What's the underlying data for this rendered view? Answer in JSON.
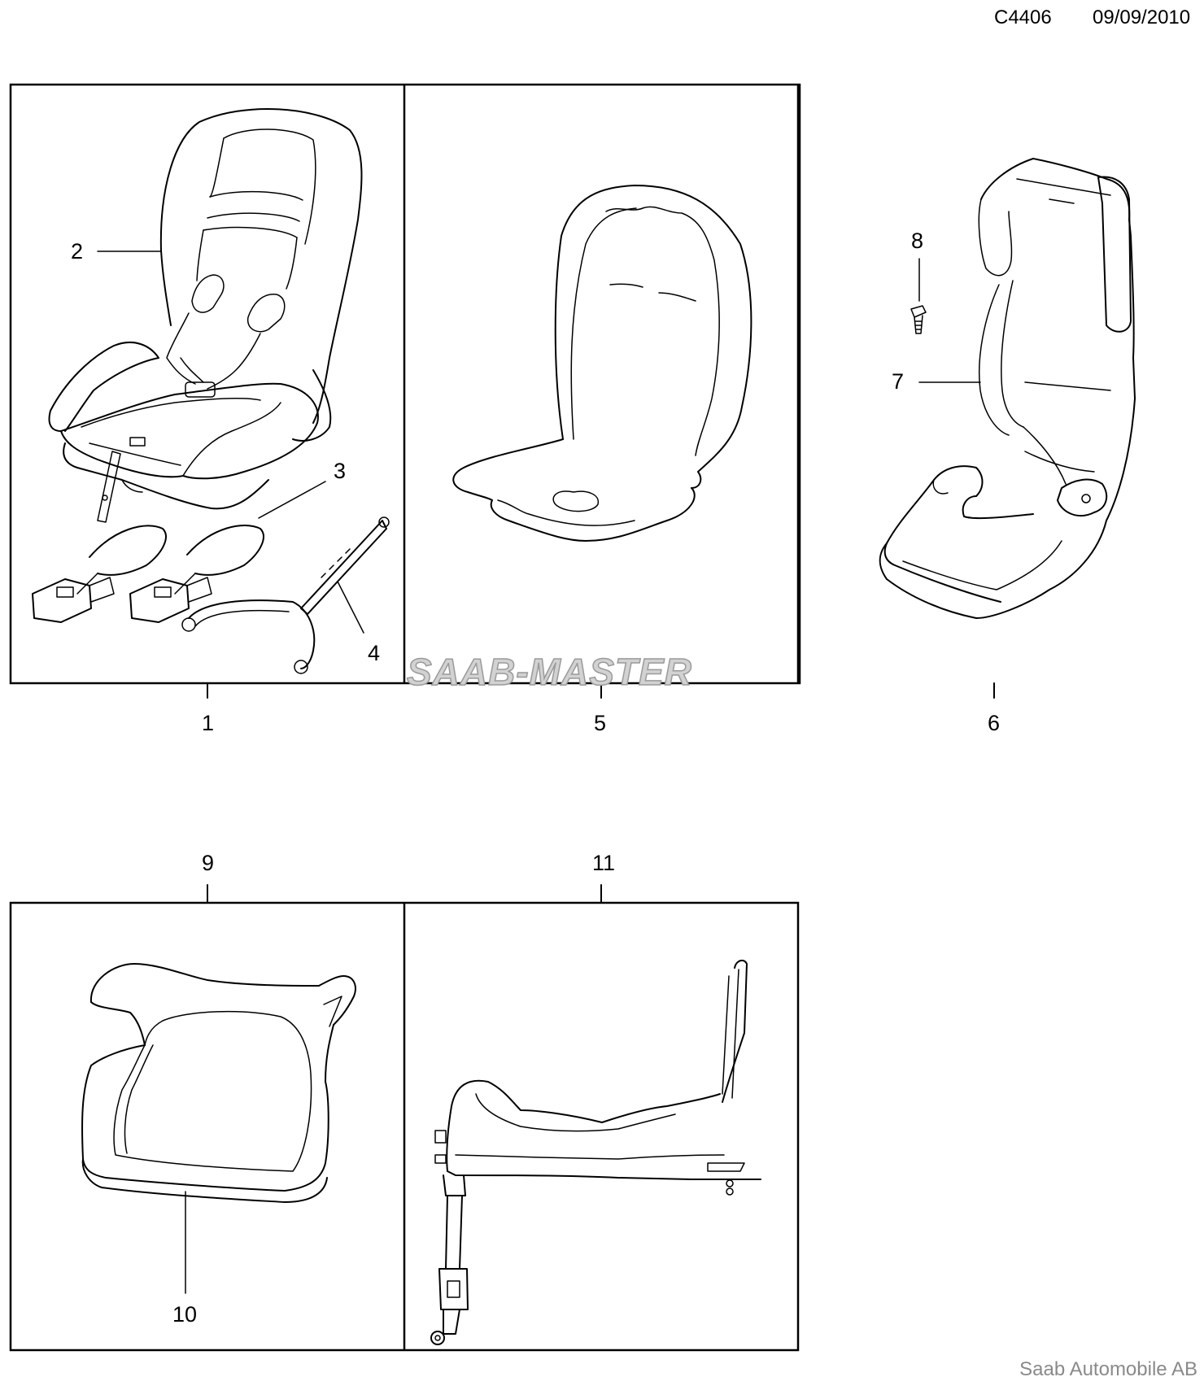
{
  "header": {
    "code": "C4406",
    "date": "09/09/2010"
  },
  "footer": {
    "company": "Saab Automobile AB"
  },
  "watermark": {
    "text": "SAAB-MASTER"
  },
  "callouts": {
    "c1": "1",
    "c2": "2",
    "c3": "3",
    "c4": "4",
    "c5": "5",
    "c6": "6",
    "c7": "7",
    "c8": "8",
    "c9": "9",
    "c10": "10",
    "c11": "11"
  }
}
